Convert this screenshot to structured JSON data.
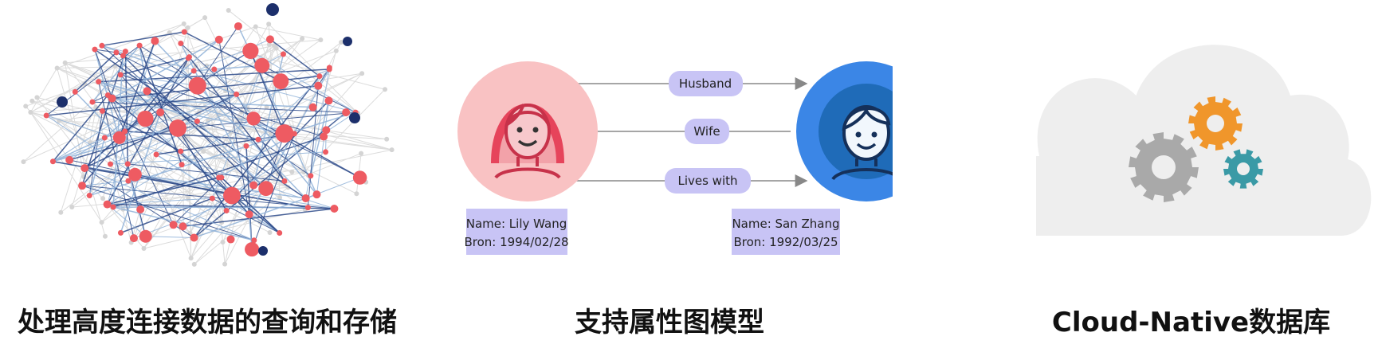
{
  "panels": {
    "network": {
      "caption": "处理高度连接数据的查询和存储"
    },
    "property_graph": {
      "caption": "支持属性图模型",
      "edges": [
        "Husband",
        "Wife",
        "Lives with"
      ],
      "nodes": [
        {
          "name_line": "Name: Lily Wang",
          "born_line": "Bron: 1994/02/28"
        },
        {
          "name_line": "Name: San Zhang",
          "born_line": "Bron: 1992/03/25"
        }
      ]
    },
    "cloud": {
      "caption": "Cloud-Native数据库"
    }
  },
  "colors": {
    "red_node": "#ee5b62",
    "navy_node": "#1c2f6b",
    "edge_blue": "#2d4a8a",
    "edge_light_blue": "#8fb2d8",
    "pink_circle": "#f9c2c3",
    "blue_circle": "#3b86e6",
    "label_bg": "#c8c4f5",
    "info_bg": "#c8c4f5",
    "cloud": "#eeeeee",
    "gear_gray": "#a9a9a9",
    "gear_orange": "#f0962b",
    "gear_teal": "#3a9aa6"
  },
  "icons": [
    "network-graph-icon",
    "woman-avatar-icon",
    "man-avatar-icon",
    "cloud-icon",
    "gear-icon"
  ]
}
